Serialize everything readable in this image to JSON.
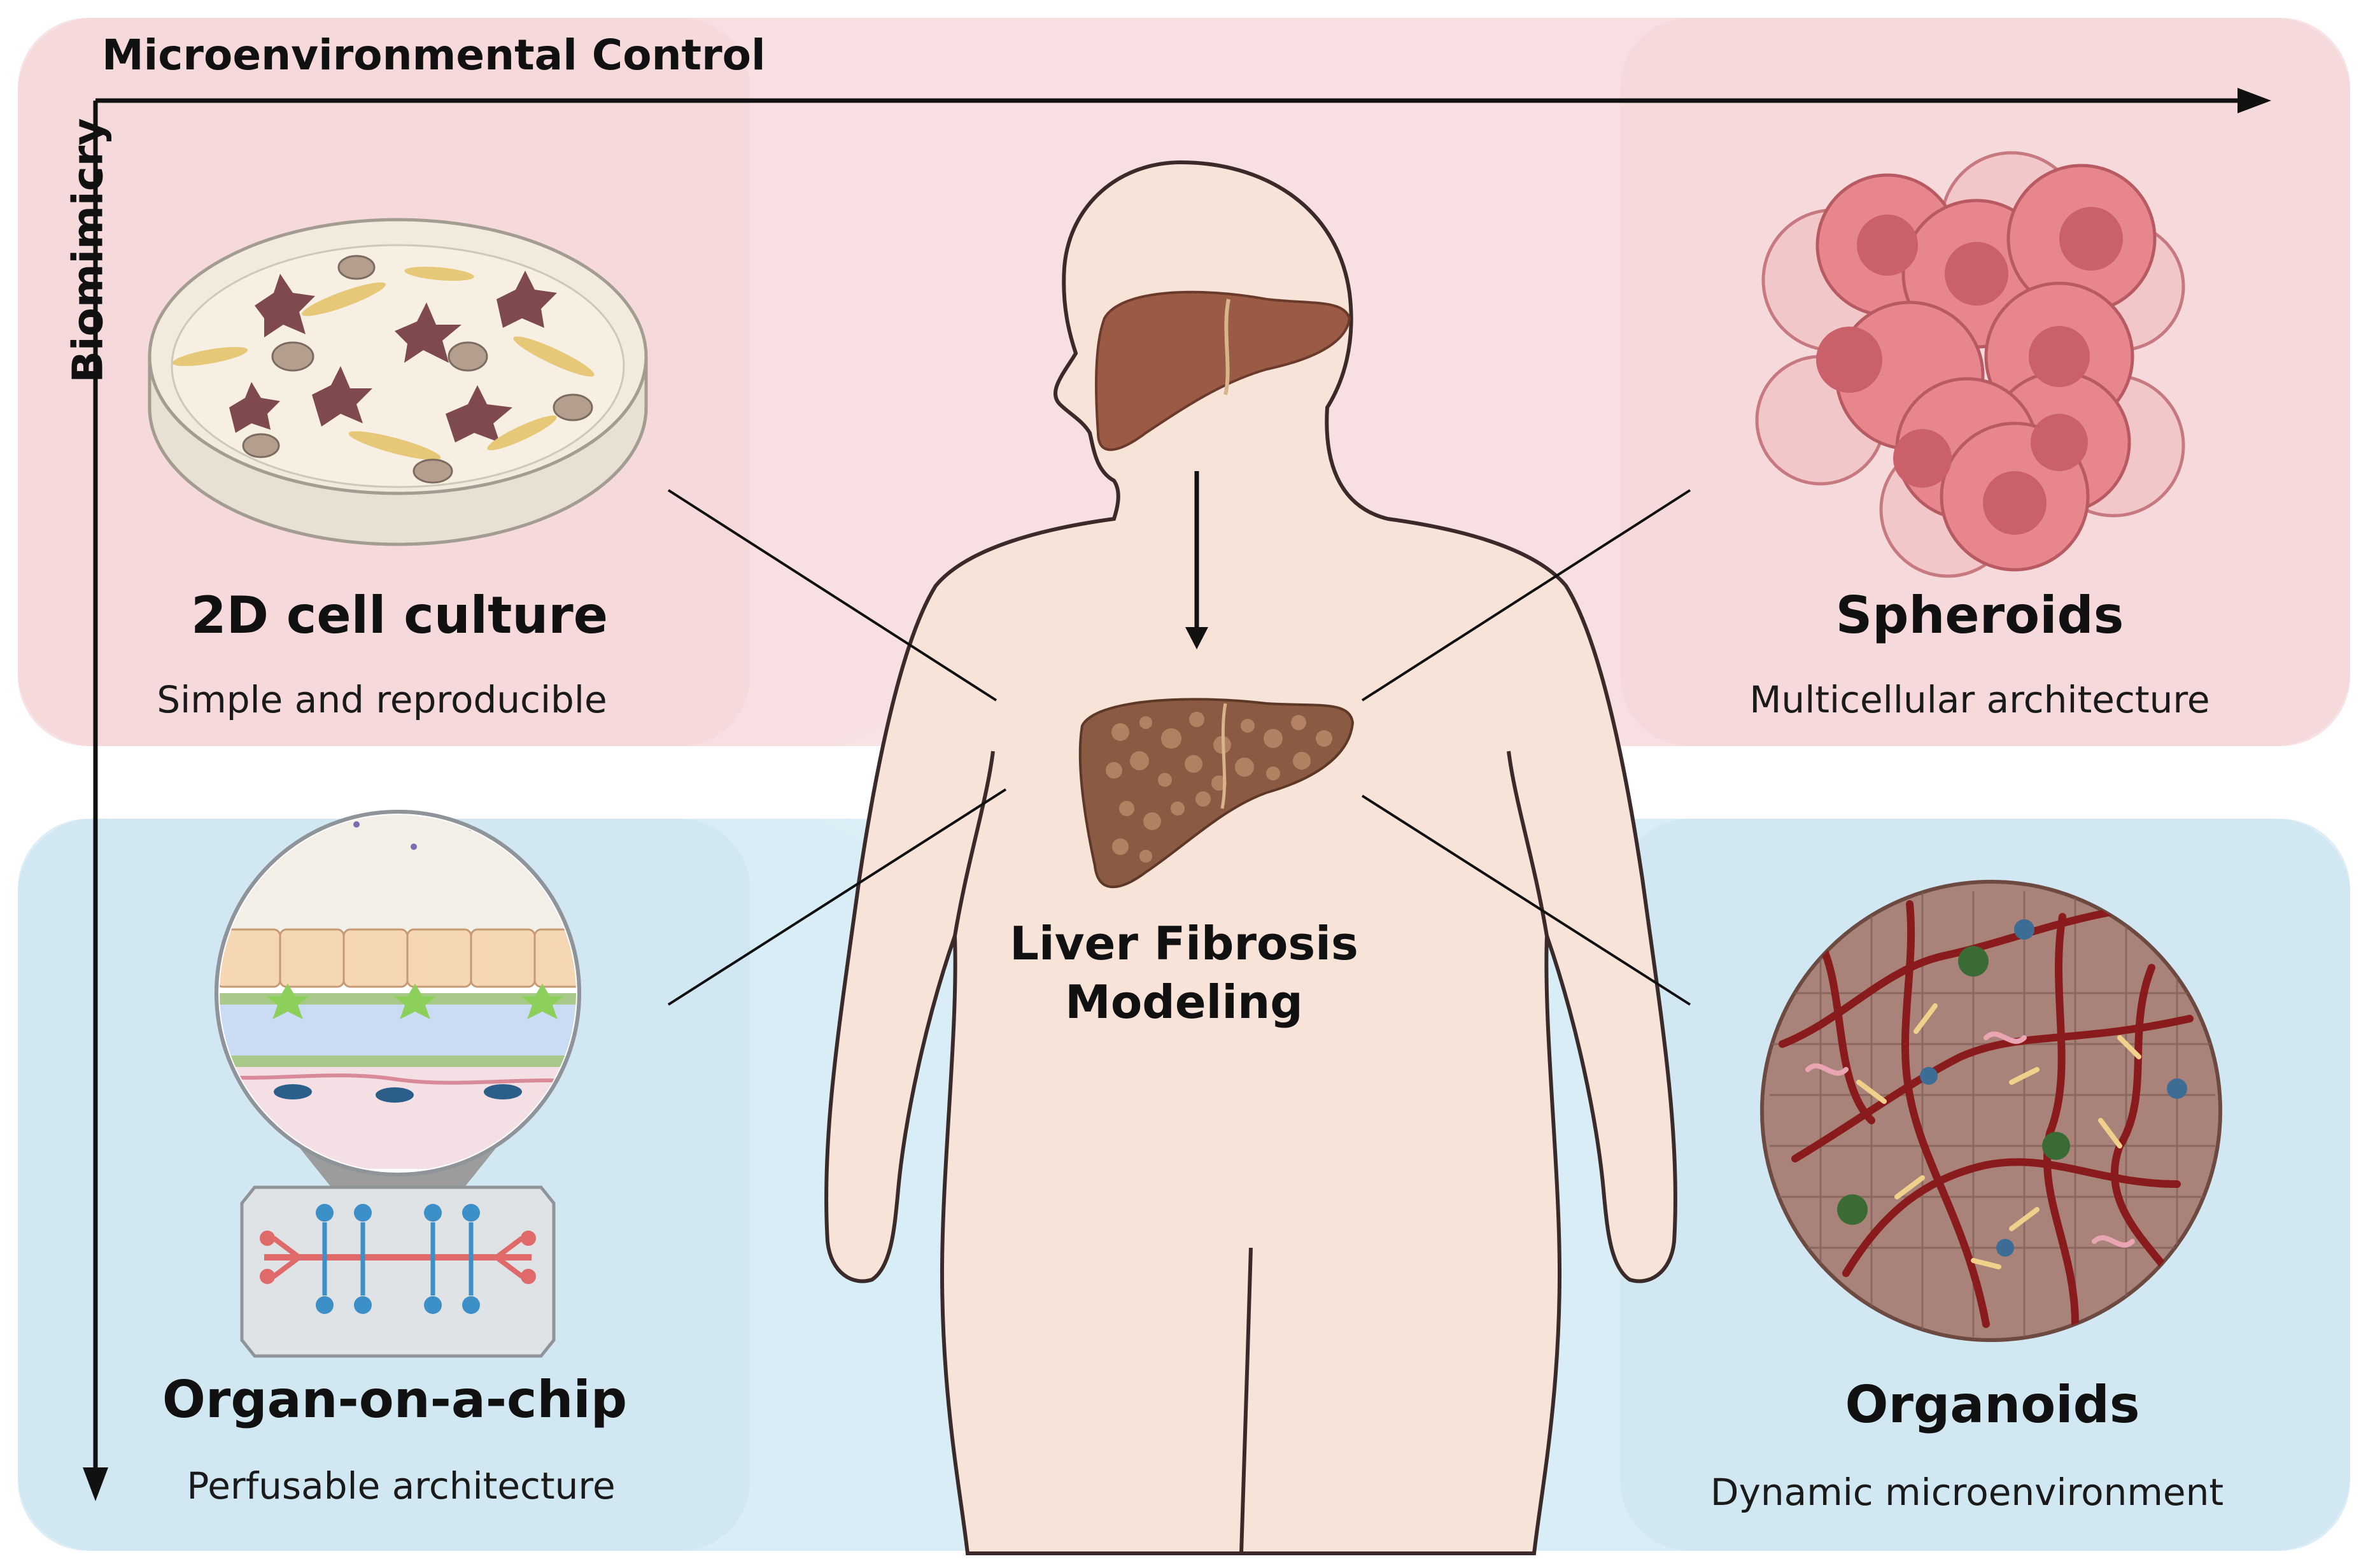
{
  "axes": {
    "x_label": "Microenvironmental Control",
    "y_label": "Biomimicry"
  },
  "center": {
    "title_line1": "Liver Fibrosis",
    "title_line2": "Modeling"
  },
  "panels": {
    "top_left": {
      "title": "2D cell culture",
      "subtitle": "Simple and reproducible"
    },
    "top_right": {
      "title": "Spheroids",
      "subtitle": "Multicellular architecture"
    },
    "bottom_left": {
      "title": "Organ-on-a-chip",
      "subtitle": "Perfusable architecture"
    },
    "bottom_right": {
      "title": "Organoids",
      "subtitle": "Dynamic microenvironment"
    }
  },
  "colors": {
    "top_band": "#f8dfe1",
    "bottom_band": "#d8edf6",
    "skin": "#f7e3d7",
    "liver": "#9a5a44",
    "fibrotic_liver": "#8b5a42",
    "cell": "#e78a90",
    "vessel": "#8a1b1c"
  }
}
